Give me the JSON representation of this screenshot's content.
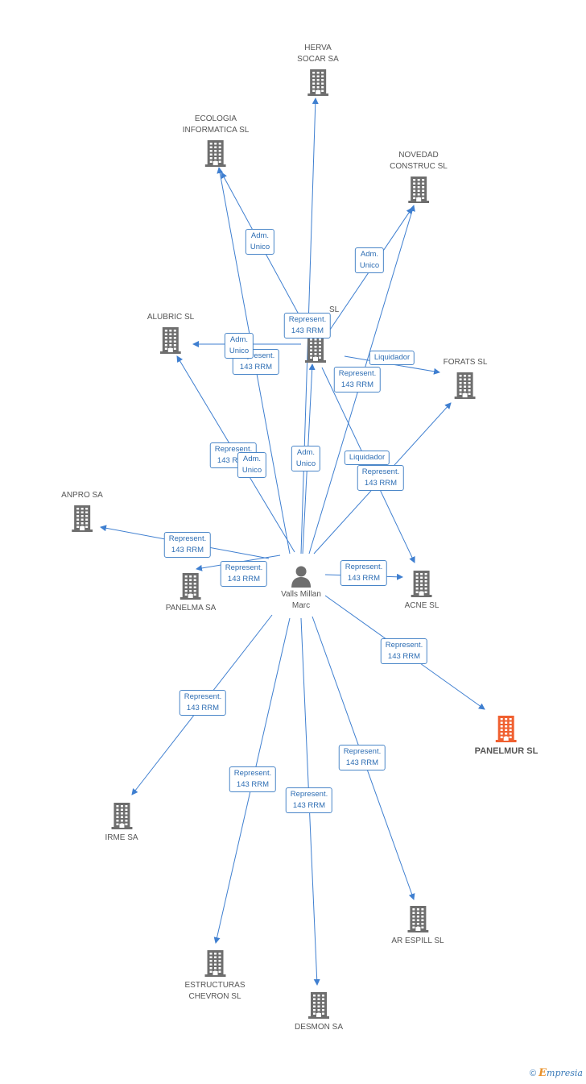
{
  "colors": {
    "edge": "#3f7fd0",
    "building": "#6e6e6e",
    "highlight": "#f06030",
    "label": "#2d6db3"
  },
  "center": {
    "name": "Valls Millan\nMarc",
    "icon": "person-icon"
  },
  "companies": [
    {
      "id": "herva",
      "name": "HERVA\nSOCAR SA"
    },
    {
      "id": "ecologia",
      "name": "ECOLOGIA\nINFORMATICA SL"
    },
    {
      "id": "novedad",
      "name": "NOVEDAD\nCONSTRUC SL"
    },
    {
      "id": "alubric",
      "name": "ALUBRIC SL"
    },
    {
      "id": "mid",
      "name": "SL"
    },
    {
      "id": "forats",
      "name": "FORATS SL"
    },
    {
      "id": "anpro",
      "name": "ANPRO SA"
    },
    {
      "id": "panelma",
      "name": "PANELMA SA"
    },
    {
      "id": "acne",
      "name": "ACNE SL"
    },
    {
      "id": "panelmur",
      "name": "PANELMUR SL",
      "highlight": true
    },
    {
      "id": "irme",
      "name": "IRME SA"
    },
    {
      "id": "arespill",
      "name": "AR ESPILL SL"
    },
    {
      "id": "estructuras",
      "name": "ESTRUCTURAS\nCHEVRON SL"
    },
    {
      "id": "desmon",
      "name": "DESMON SA"
    }
  ],
  "edge_labels": [
    {
      "id": "l-eco-adm",
      "text": "Adm.\nUnico"
    },
    {
      "id": "l-nov-adm",
      "text": "Adm.\nUnico"
    },
    {
      "id": "l-herva-rep",
      "text": "Represent.\n143 RRM"
    },
    {
      "id": "l-alub-rep",
      "text": "Represent.\n143 RRM"
    },
    {
      "id": "l-alub-adm",
      "text": "Adm.\nUnico"
    },
    {
      "id": "l-forats-liq1",
      "text": "Liquidador"
    },
    {
      "id": "l-forats-rep",
      "text": "Represent.\n143 RRM"
    },
    {
      "id": "l-mid-rep",
      "text": "Represent.\n143 RRM"
    },
    {
      "id": "l-mid-adm2",
      "text": "Adm.\nUnico"
    },
    {
      "id": "l-mid-adm3",
      "text": "Adm.\nUnico"
    },
    {
      "id": "l-forats-liq2",
      "text": "Liquidador"
    },
    {
      "id": "l-acne-rep2",
      "text": "Represent.\n143 RRM"
    },
    {
      "id": "l-anpro-rep",
      "text": "Represent.\n143 RRM"
    },
    {
      "id": "l-panelma-rep",
      "text": "Represent.\n143 RRM"
    },
    {
      "id": "l-acne-rep",
      "text": "Represent.\n143 RRM"
    },
    {
      "id": "l-panelmur-rep",
      "text": "Represent.\n143 RRM"
    },
    {
      "id": "l-irme-rep",
      "text": "Represent.\n143 RRM"
    },
    {
      "id": "l-estr-rep",
      "text": "Represent.\n143 RRM"
    },
    {
      "id": "l-desmon-rep",
      "text": "Represent.\n143 RRM"
    },
    {
      "id": "l-ares-rep",
      "text": "Represent.\n143 RRM"
    }
  ],
  "footer": {
    "copyright": "©",
    "brand_initial": "E",
    "brand_rest": "mpresia"
  }
}
